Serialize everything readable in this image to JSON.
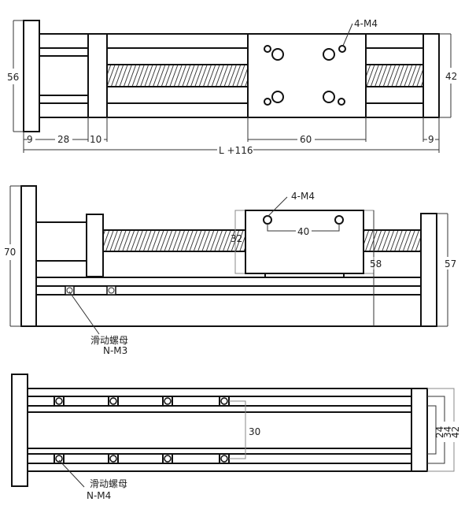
{
  "top_view": {
    "holes_label": "4-M4",
    "dims": {
      "height_left": "56",
      "height_right": "42",
      "d1": "9",
      "d2": "28",
      "d3": "10",
      "carriage": "60",
      "d_right": "9",
      "total": "L +116"
    }
  },
  "side_view": {
    "holes_label": "4-M4",
    "dims": {
      "height_left": "70",
      "hole_spacing": "40",
      "carriage_height": "32",
      "h58": "58",
      "h57": "57"
    },
    "nut_label": "滑动螺母",
    "nut_spec": "N-M3"
  },
  "bottom_view": {
    "dims": {
      "slot_spacing": "30",
      "w24": "24",
      "w34": "34",
      "w42": "42"
    },
    "nut_label": "滑动螺母",
    "nut_spec": "N-M4"
  }
}
